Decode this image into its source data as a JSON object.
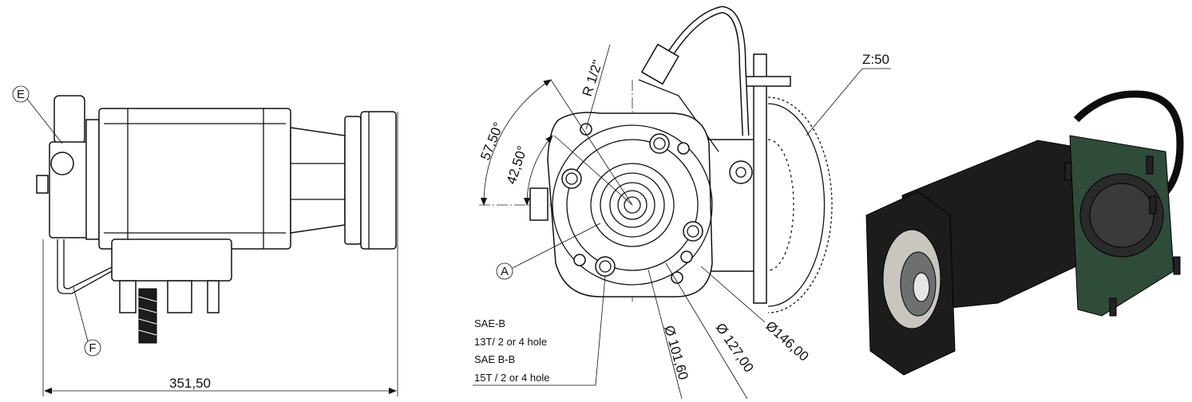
{
  "callouts": {
    "e": "E",
    "f": "F",
    "a": "A"
  },
  "dimensions": {
    "length": "351,50",
    "angle_outer": "57,50°",
    "angle_inner": "42,50°",
    "radius": "R 1/2\"",
    "gear_teeth": "Z:50",
    "dia_101": "Ø 101,60",
    "dia_127": "Ø 127,00",
    "dia_146": "Ø146,00"
  },
  "notes": {
    "line1": "SAE-B",
    "line2": "13T/ 2 or 4 hole",
    "line3": "SAE B-B",
    "line4": "15T / 2 or 4 hole"
  }
}
